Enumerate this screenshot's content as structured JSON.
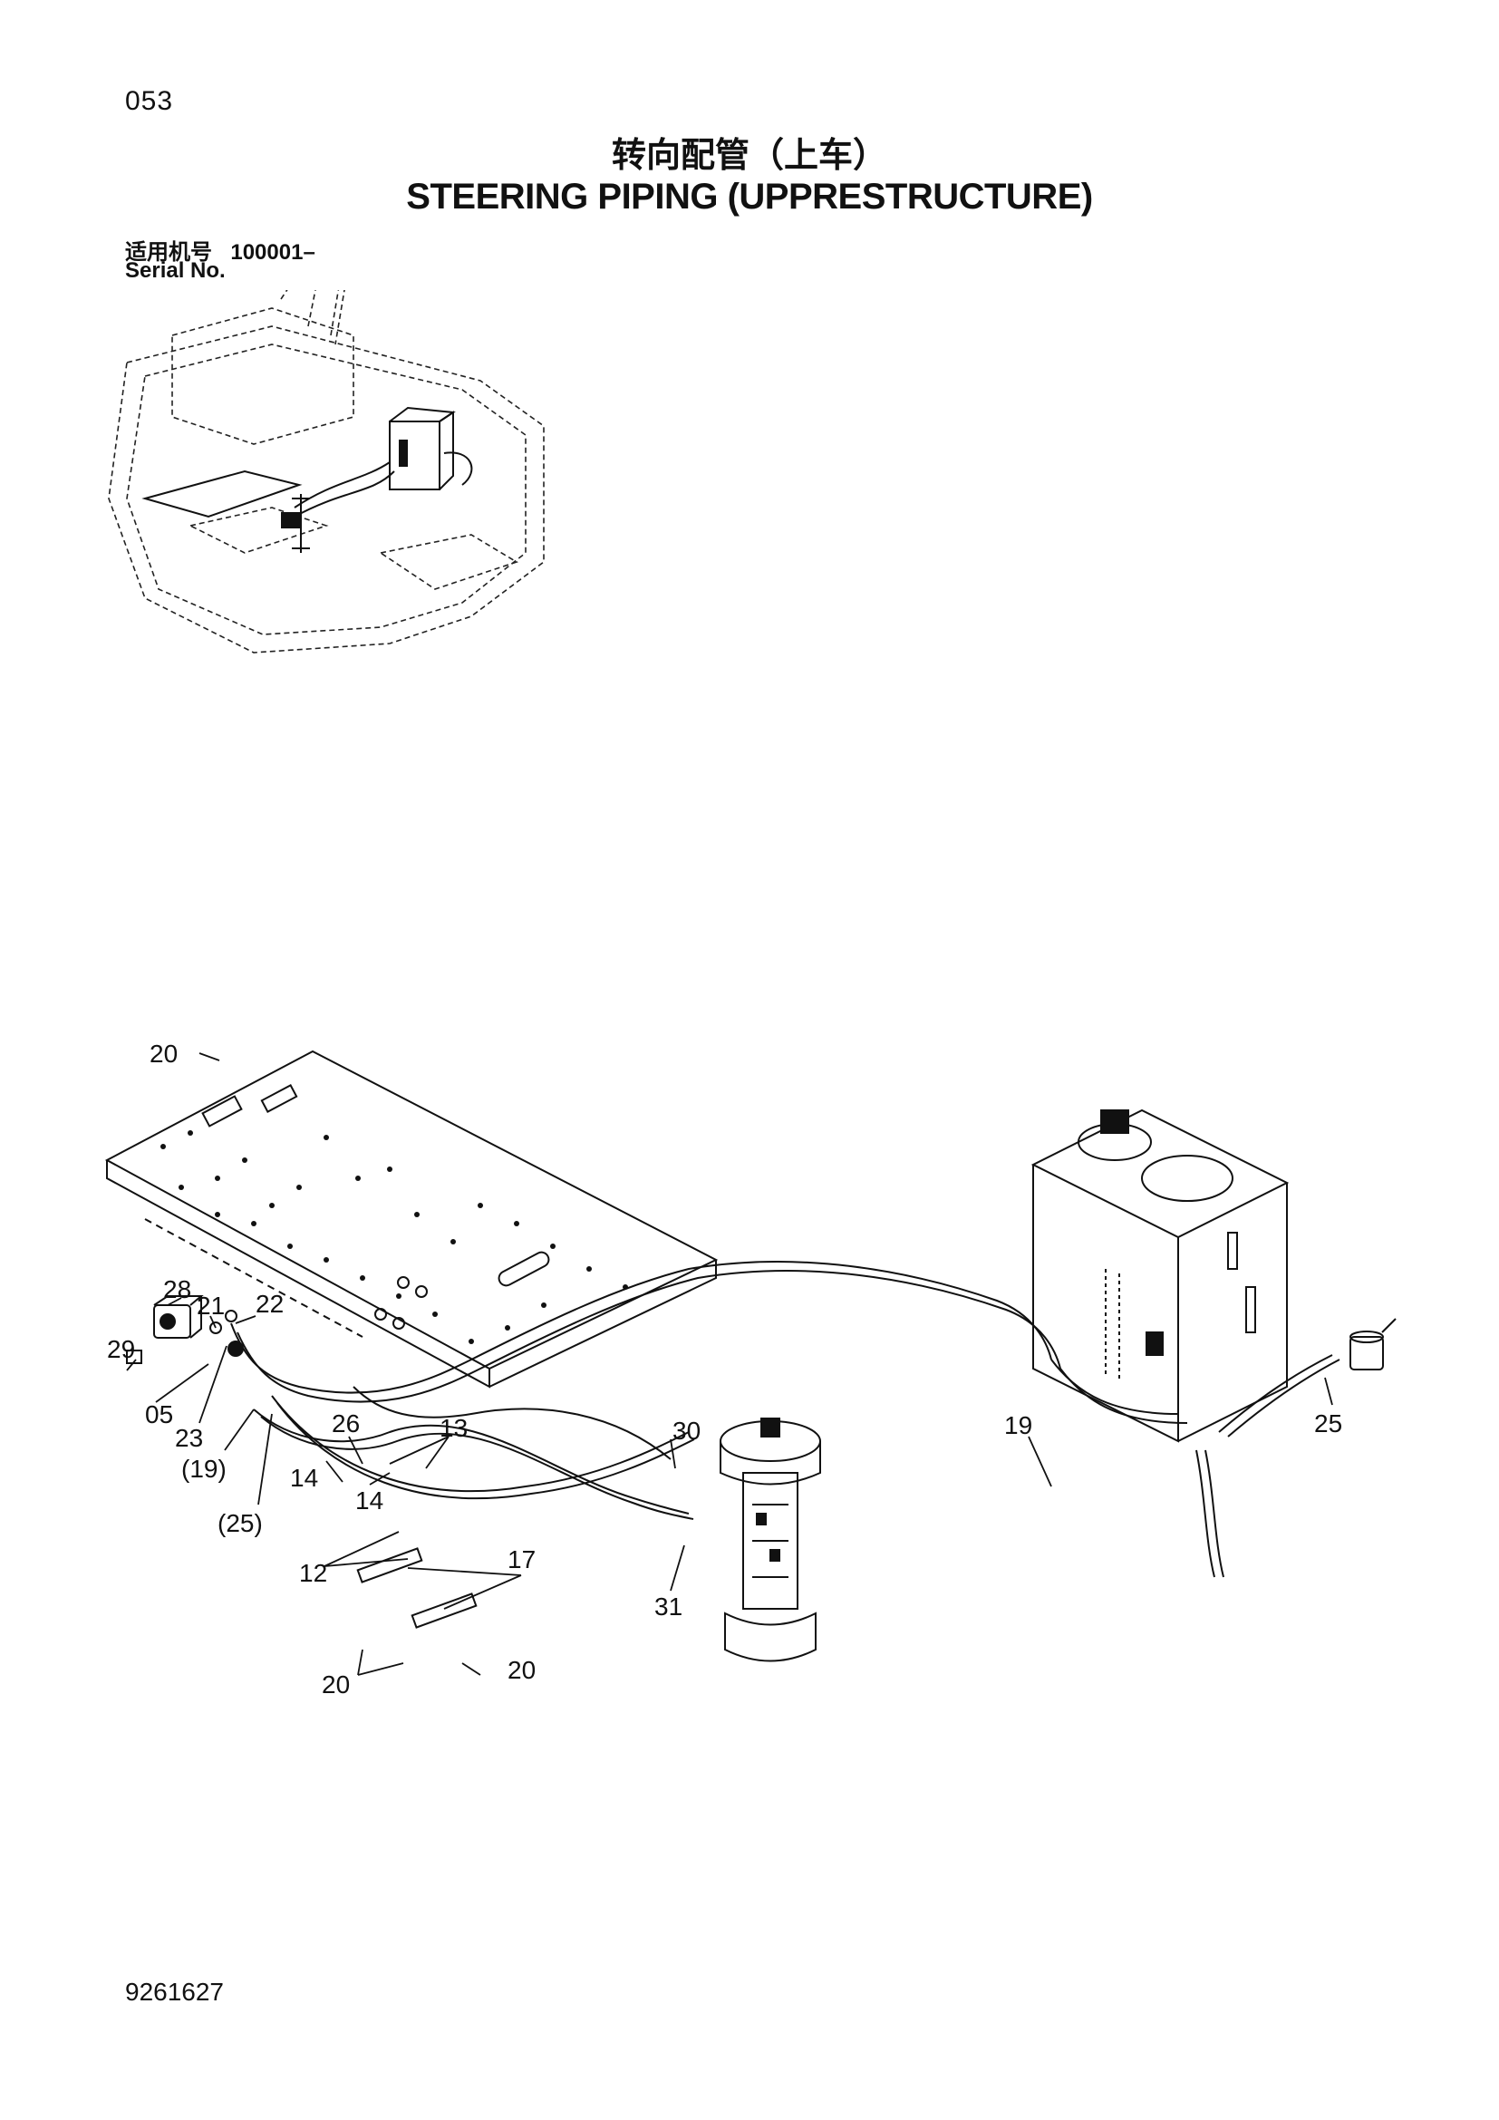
{
  "page": {
    "number": "053",
    "title_cn": "转向配管（上车）",
    "title_en": "STEERING PIPING (UPPRESTRUCTURE)",
    "serial_label_cn": "适用机号",
    "serial_value": "100001–",
    "serial_label_en": "Serial No.",
    "footer_code": "9261627"
  },
  "callouts": [
    "20",
    "28",
    "21",
    "22",
    "29",
    "05",
    "23",
    "(19)",
    "(25)",
    "26",
    "13",
    "14",
    "14",
    "12",
    "17",
    "20",
    "20",
    "30",
    "31",
    "19",
    "25"
  ],
  "colors": {
    "ink": "#111111",
    "paper": "#ffffff"
  }
}
